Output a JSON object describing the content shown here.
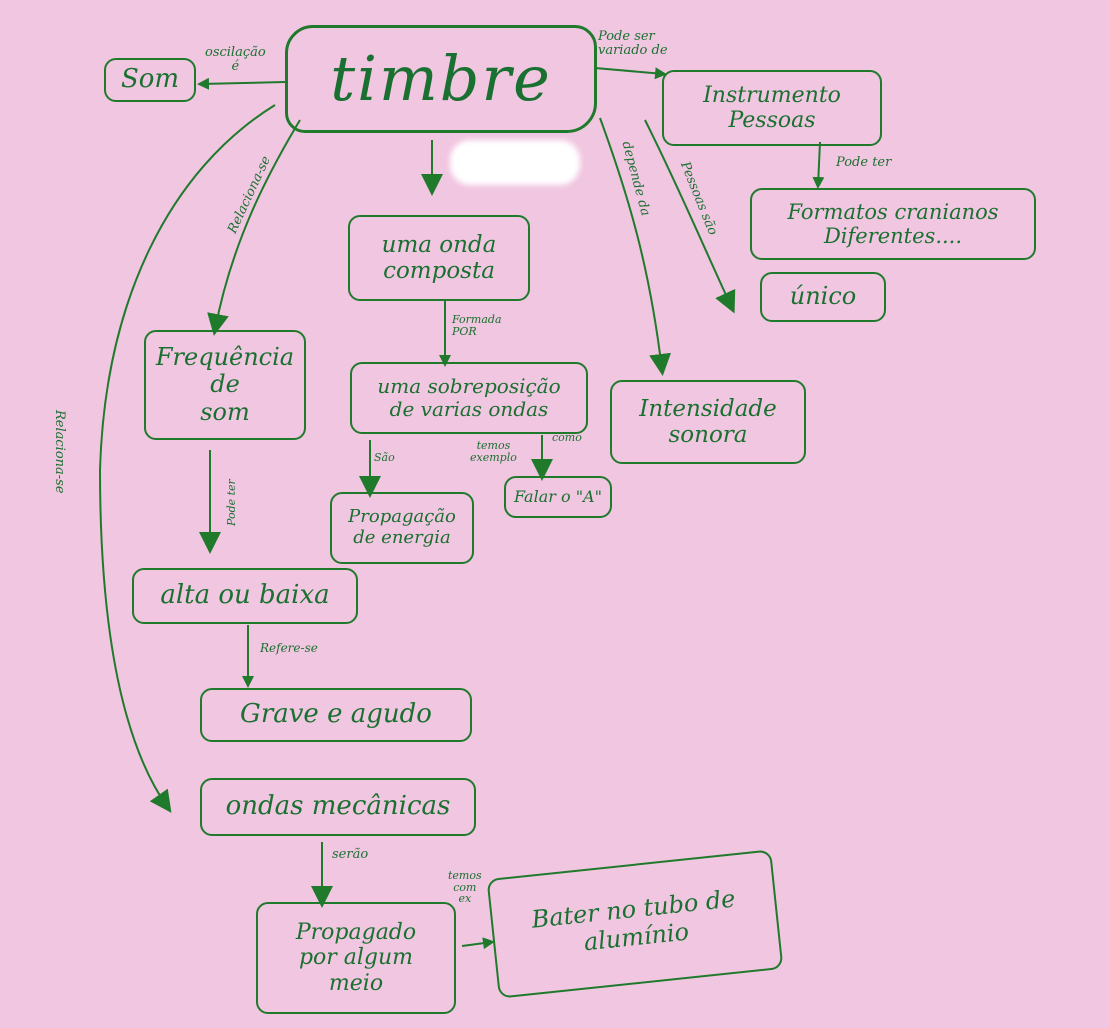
{
  "nodes": {
    "timbre": "timbre",
    "som": "Som",
    "instrumento": "Instrumento\nPessoas",
    "formatos": "Formatos cranianos\nDiferentes....",
    "unico": "único",
    "onda_composta": "uma onda\ncomposta",
    "sobreposicao": "uma sobreposição\nde varias ondas",
    "intensidade": "Intensidade\nsonora",
    "frequencia": "Frequência\nde\nsom",
    "propagacao_energia": "Propagação\nde energia",
    "falar_a": "Falar o \"A\"",
    "alta_baixa": "alta ou baixa",
    "grave_agudo": "Grave e agudo",
    "ondas_mecanicas": "ondas mecânicas",
    "propagado": "Propagado\npor algum\nmeio",
    "bater_tubo": "Bater no tubo de\nalumínio"
  },
  "labels": {
    "oscilacao": "oscilação\né",
    "pode_ser_variado": "Pode ser\nvariado de",
    "pode_ter_1": "Pode ter",
    "relacionase_vertical": "Relaciona-se",
    "relacionase_diagonal": "Relaciona-se",
    "depende_da": "depende da",
    "pessoas_sao": "Pessoas são",
    "formada_por": "Formada\nPOR",
    "sao": "São",
    "temos_exemplo": "temos\nexemplo",
    "como": "como",
    "pode_ter_2": "Pode ter",
    "refere_se": "Refere-se",
    "serao": "serão",
    "temos_com_ex": "temos\ncom\nex"
  },
  "colors": {
    "paper": "#f1c6e0",
    "ink": "#1f7a2c",
    "eraser": "#ffffff"
  }
}
